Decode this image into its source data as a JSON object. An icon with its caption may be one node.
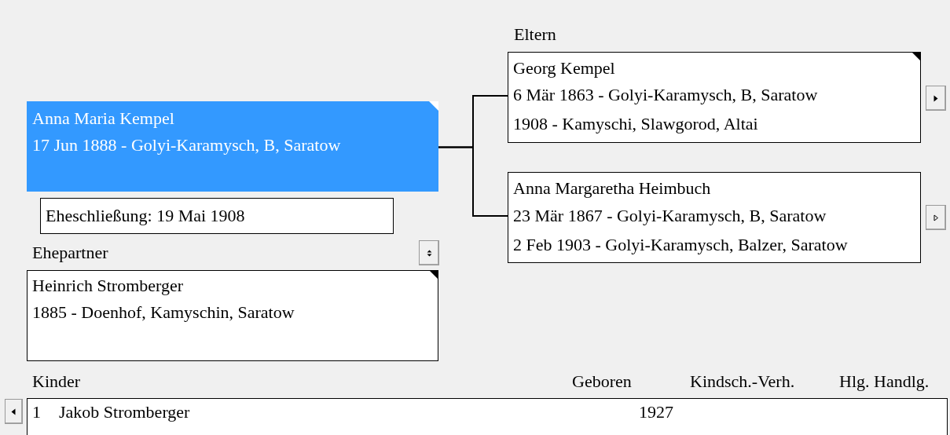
{
  "diagram": {
    "nodes": [
      {
        "text": [
          "Anna Maria Kempel",
          "17 Jun 1888 - Golyi-Karamysch, B, Saratow"
        ]
      },
      {
        "text": [
          "Georg Kempel",
          "6 Mär 1863 - Golyi-Karamysch, B, Saratow",
          "1908 - Kamyschi, Slawgorod, Altai"
        ]
      },
      {
        "text": [
          "Anna Margaretha Heimbuch",
          "23 Mär 1867 - Golyi-Karamysch, B, Saratow",
          "2 Feb 1903 - Golyi-Karamysch, Balzer, Saratow"
        ]
      },
      {
        "text": [
          "Eheschließung: 19 Mai 1908"
        ]
      },
      {
        "text": [
          "Heinrich Stromberger",
          "1885 - Doenhof, Kamyschin, Saratow"
        ]
      },
      {
        "text": [
          "1",
          "Jakob Stromberger",
          "1927"
        ]
      }
    ],
    "edges": [
      {
        "from": 0,
        "to": 1,
        "arrow": "none"
      },
      {
        "from": 0,
        "to": 2,
        "arrow": "none"
      }
    ],
    "labels": [
      "Eltern",
      "Ehepartner",
      "Kinder",
      "Geboren",
      "Kindsch.-Verh.",
      "Hlg. Handlg."
    ]
  }
}
